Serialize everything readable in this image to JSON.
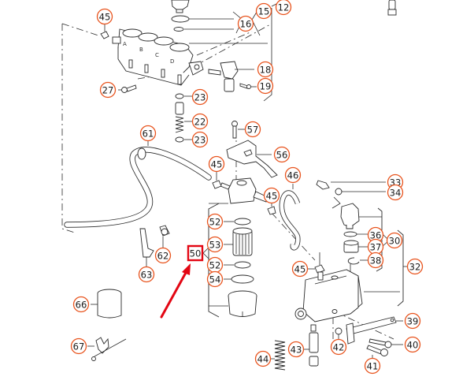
{
  "diagram": {
    "title": "Fuel filter / injection pump exploded parts diagram",
    "callout_color": "#e8541e",
    "highlight_color": "#e30613",
    "highlighted_part": "50",
    "manifold_port_letters": [
      "A",
      "B",
      "C",
      "D"
    ],
    "callouts": [
      {
        "id": "c12",
        "label": "12"
      },
      {
        "id": "c15",
        "label": "15"
      },
      {
        "id": "c16",
        "label": "16"
      },
      {
        "id": "c18",
        "label": "18"
      },
      {
        "id": "c19",
        "label": "19"
      },
      {
        "id": "c45a",
        "label": "45"
      },
      {
        "id": "c27",
        "label": "27"
      },
      {
        "id": "c23a",
        "label": "23"
      },
      {
        "id": "c22",
        "label": "22"
      },
      {
        "id": "c23b",
        "label": "23"
      },
      {
        "id": "c57",
        "label": "57"
      },
      {
        "id": "c61",
        "label": "61"
      },
      {
        "id": "c56",
        "label": "56"
      },
      {
        "id": "c45b",
        "label": "45"
      },
      {
        "id": "c46",
        "label": "46"
      },
      {
        "id": "c45c",
        "label": "45"
      },
      {
        "id": "c33",
        "label": "33"
      },
      {
        "id": "c34",
        "label": "34"
      },
      {
        "id": "c52a",
        "label": "52"
      },
      {
        "id": "c53",
        "label": "53"
      },
      {
        "id": "c62",
        "label": "62"
      },
      {
        "id": "c50",
        "label": "50"
      },
      {
        "id": "c52b",
        "label": "52"
      },
      {
        "id": "c54",
        "label": "54"
      },
      {
        "id": "c63",
        "label": "63"
      },
      {
        "id": "c36",
        "label": "36"
      },
      {
        "id": "c30",
        "label": "30"
      },
      {
        "id": "c37",
        "label": "37"
      },
      {
        "id": "c38",
        "label": "38"
      },
      {
        "id": "c32",
        "label": "32"
      },
      {
        "id": "c45d",
        "label": "45"
      },
      {
        "id": "c66",
        "label": "66"
      },
      {
        "id": "c39",
        "label": "39"
      },
      {
        "id": "c40",
        "label": "40"
      },
      {
        "id": "c42",
        "label": "42"
      },
      {
        "id": "c43",
        "label": "43"
      },
      {
        "id": "c67",
        "label": "67"
      },
      {
        "id": "c44",
        "label": "44"
      },
      {
        "id": "c41",
        "label": "41"
      }
    ]
  }
}
